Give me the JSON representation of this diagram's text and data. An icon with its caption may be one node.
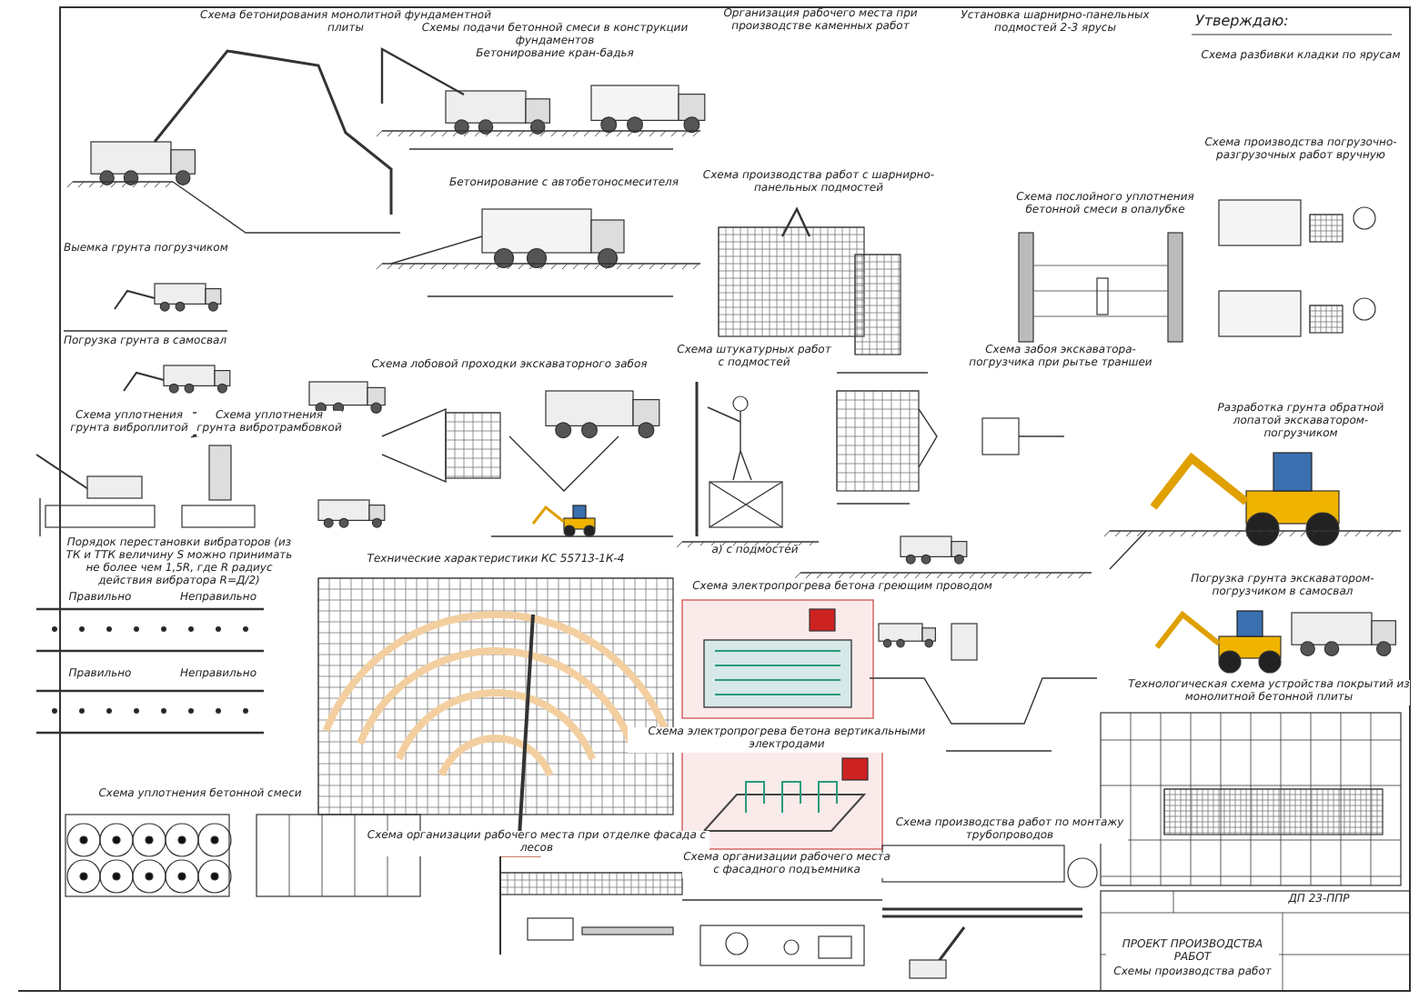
{
  "diagram": {
    "labels": [
      "Схема бетонирования монолитной фундаментной плиты",
      "Схемы подачи бетонной смеси в конструкции фундаментов",
      "Бетонирование кран-бадья",
      "Бетонирование с автобетоносмесителя",
      "Организация рабочего места при производстве каменных работ",
      "Установка шарнирно-панельных подмостей 2-3 ярусы",
      "Утверждаю:",
      "Схема разбивки кладки по ярусам",
      "Выемка грунта погрузчиком",
      "Погрузка грунта в самосвал",
      "Схема производства работ с шарнирно-панельных подмостей",
      "Схема послойного уплотнения бетонной смеси в опалубке",
      "Схема производства погрузочно-разгрузочных работ вручную",
      "Схема уплотнения грунта виброплитой",
      "Схема уплотнения грунта вибротрамбовкой",
      "Схема лобовой проходки экскаваторного забоя",
      "Схема штукатурных работ с подмостей",
      "а) с подмостей",
      "Схема забоя экскаватора-погрузчика при рытье траншеи",
      "Разработка грунта обратной лопатой экскаватором-погрузчиком",
      "Порядок перестановки вибраторов (из ТК и ТТК величину S можно принимать не более чем 1,5R, где R радиус действия вибратора R=Д/2)",
      "Правильно",
      "Неправильно",
      "Правильно",
      "Неправильно",
      "Технические характеристики КС 55713-1К-4",
      "Схема электропрогрева бетона греющим проводом",
      "Погрузка грунта экскаватором-погрузчиком в самосвал",
      "Технологическая схема устройства покрытий из монолитной бетонной плиты",
      "Схема электропрогрева бетона вертикальными электродами",
      "Схема уплотнения бетонной смеси",
      "Схема организации рабочего места при отделке фасада с лесов",
      "Схема организации рабочего места с фасадного подъемника",
      "Схема производства работ по монтажу трубопроводов",
      "ДП 23-ППР",
      "ПРОЕКТ ПРОИЗВОДСТВА РАБОТ",
      "Схемы производства работ"
    ]
  }
}
